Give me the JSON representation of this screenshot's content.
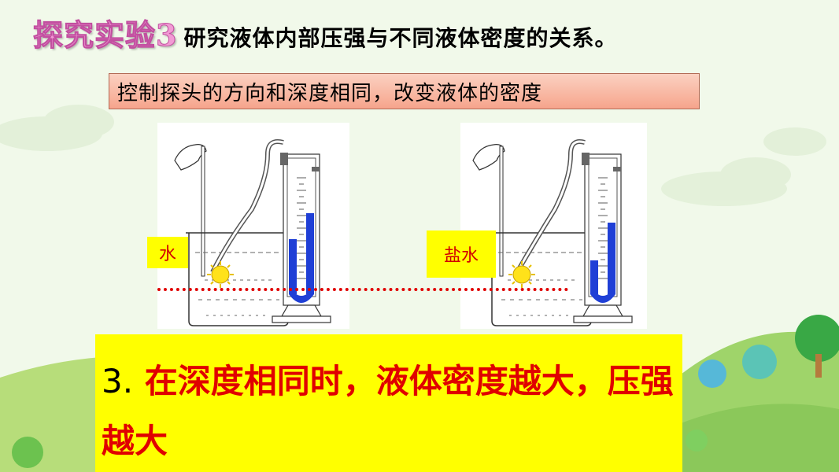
{
  "title": {
    "prefix": "探究实验3",
    "text": "研究液体内部压强与不同液体密度的关系。"
  },
  "control_note": "控制探头的方向和深度相同，改变液体的密度",
  "experiments": [
    {
      "liquid_label": "水"
    },
    {
      "liquid_label": "盐水"
    }
  ],
  "conclusion": {
    "number": "3.",
    "text": "在深度相同时，液体密度越大，压强越大"
  },
  "colors": {
    "title_pink": "#f29ad4",
    "conclusion_bg": "#ffff00",
    "conclusion_text": "#e00000",
    "liquid_blue": "#1f3fd6",
    "control_box": "#f6a48c"
  }
}
